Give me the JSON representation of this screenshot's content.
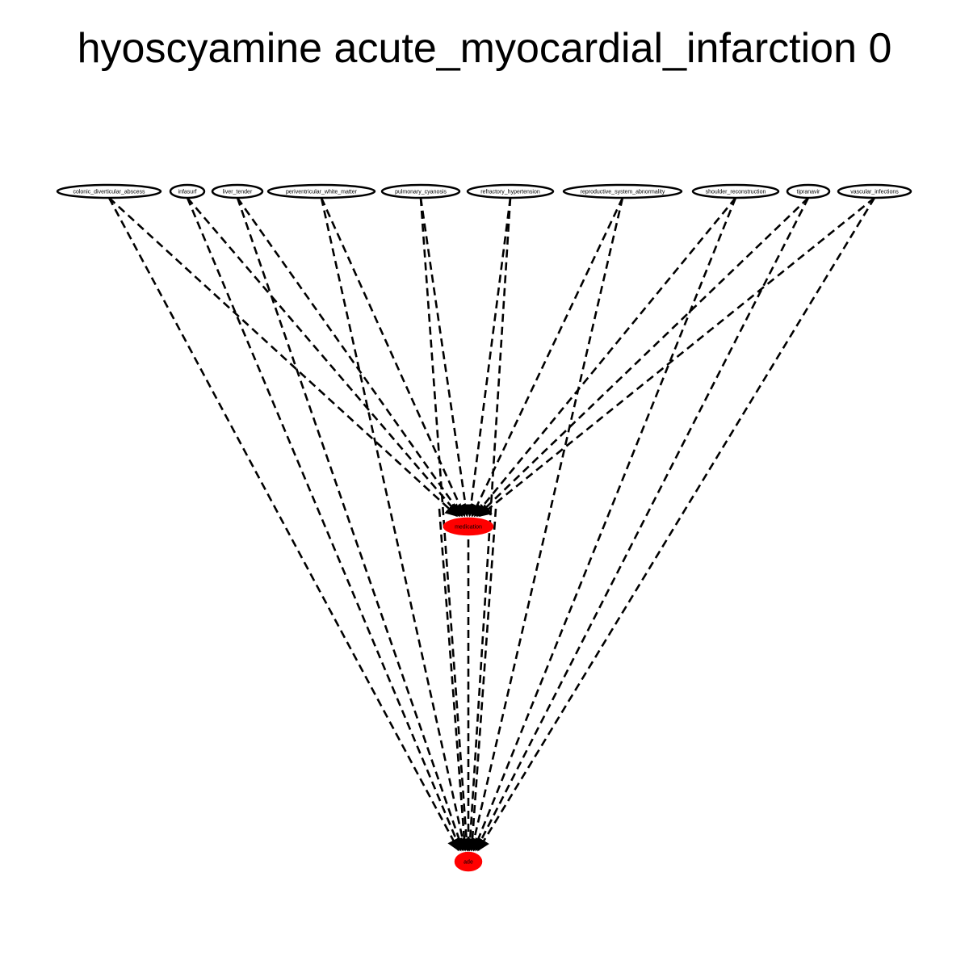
{
  "title": "hyoscyamine acute_myocardial_infarction 0",
  "colors": {
    "highlight": "#ff0000",
    "edge": "#000000",
    "node_fill": "#ffffff"
  },
  "nodes": {
    "sources": [
      {
        "id": "colonic_diverticular_abscess",
        "label": "colonic_diverticular_abscess"
      },
      {
        "id": "infasurf",
        "label": "infasurf"
      },
      {
        "id": "liver_tender",
        "label": "liver_tender"
      },
      {
        "id": "periventricular_white_matter",
        "label": "periventricular_white_matter"
      },
      {
        "id": "pulmonary_cyanosis",
        "label": "pulmonary_cyanosis"
      },
      {
        "id": "refractory_hypertension",
        "label": "refractory_hypertension"
      },
      {
        "id": "reproductive_system_abnormality",
        "label": "reproductive_system_abnormality"
      },
      {
        "id": "shoulder_reconstruction",
        "label": "shoulder_reconstruction"
      },
      {
        "id": "tipranavir",
        "label": "tipranavir"
      },
      {
        "id": "vascular_infections",
        "label": "vascular_infections"
      }
    ],
    "middle": {
      "id": "medication",
      "label": "medication"
    },
    "target": {
      "id": "ade",
      "label": "ade"
    }
  },
  "edges_style": "dashed"
}
